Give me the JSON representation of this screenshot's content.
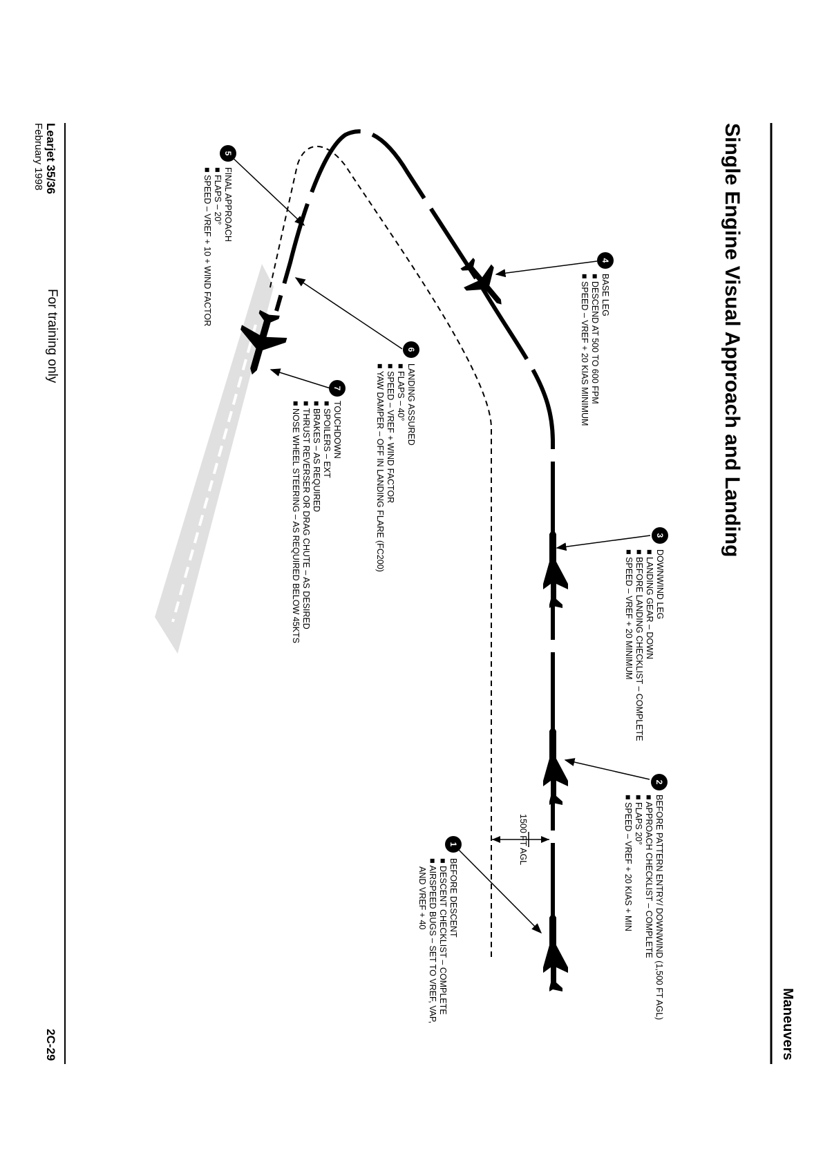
{
  "header": {
    "section": "Maneuvers",
    "title": "Single Engine Visual Approach and Landing"
  },
  "footer": {
    "aircraft": "Learjet 35/36",
    "date": "February 1998",
    "notice": "For training only",
    "page": "2C-29"
  },
  "altitude_marker": "1500 FT AGL",
  "steps": [
    {
      "number": "1",
      "title": "BEFORE DESCENT",
      "items": [
        "DESCENT CHECKLIST – COMPLETE",
        "AIRSPEED BUGS – SET TO VREF, VAP,"
      ],
      "continuation": "AND VREF + 40"
    },
    {
      "number": "2",
      "title": "BEFORE PATTERN ENTRY/ DOWNWIND (1,500 FT AGL)",
      "items": [
        "APPROACH CHECKLIST – COMPLETE",
        "FLAPS 20°",
        "SPEED – VREF + 20 KIAS + MIN"
      ]
    },
    {
      "number": "3",
      "title": "DOWNWIND LEG",
      "items": [
        "LANDING GEAR – DOWN",
        "BEFORE LANDING CHECKLIST – COMPLETE",
        "SPEED – VREF + 20 MINIMUM"
      ]
    },
    {
      "number": "4",
      "title": "BASE LEG",
      "items": [
        "DESCEND AT 500 TO 600 FPM",
        "SPEED – VREF + 20 KIAS MINIMUM"
      ]
    },
    {
      "number": "5",
      "title": "FINAL APPROACH",
      "items": [
        "FLAPS – 20°",
        "SPEED – VREF + 10 + WIND FACTOR"
      ]
    },
    {
      "number": "6",
      "title": "LANDING ASSURED",
      "items": [
        "FLAPS – 40°",
        "SPEED – VREF + WIND FACTOR",
        "YAW DAMPER – OFF IN LANDING FLARE (FC200)"
      ]
    },
    {
      "number": "7",
      "title": "TOUCHDOWN",
      "items": [
        "SPOILERS – EXT",
        "BRAKES – AS REQUIRED",
        "THRUST REVERSER OR DRAG CHUTE – AS DESIRED",
        "NOSE WHEEL STEERING – AS REQUIRED BELOW 45KTS"
      ]
    }
  ]
}
